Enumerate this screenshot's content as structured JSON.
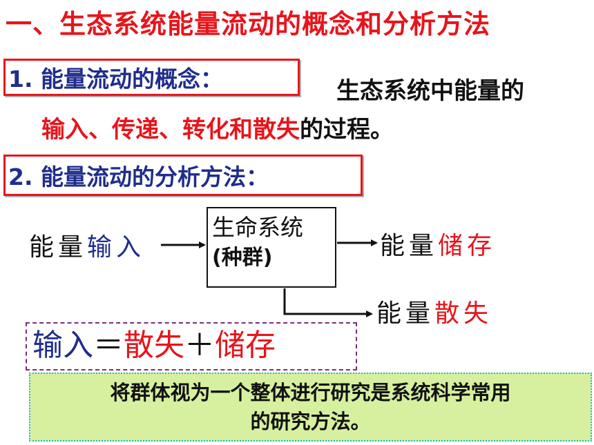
{
  "title": "一、生态系统能量流动的概念和分析方法",
  "section1": {
    "heading": "1. 能量流动的概念：",
    "def_line1": "生态系统中能量的",
    "def_highlight": "输入、传递、转化和散失",
    "def_tail": "的过程。"
  },
  "section2": {
    "heading": "2. 能量流动的分析方法："
  },
  "flow": {
    "input_prefix": "能量",
    "input_word": "输入",
    "system_line1": "生命系统",
    "system_line2": "(种群)",
    "storage_prefix": "能量",
    "storage_word": "储存",
    "loss_prefix": "能量",
    "loss_word": "散失"
  },
  "equation": {
    "lhs": "输入",
    "eq": "＝",
    "term1": "散失",
    "plus": "＋",
    "term2": "储存"
  },
  "note": {
    "line1": "将群体视为一个整体进行研究是系统科学常用",
    "line2": "的研究方法。"
  },
  "colors": {
    "red": "#e8141b",
    "blue": "#1f2d8c",
    "note_bg": "#d7f0a0",
    "note_border": "#21b8c8"
  }
}
